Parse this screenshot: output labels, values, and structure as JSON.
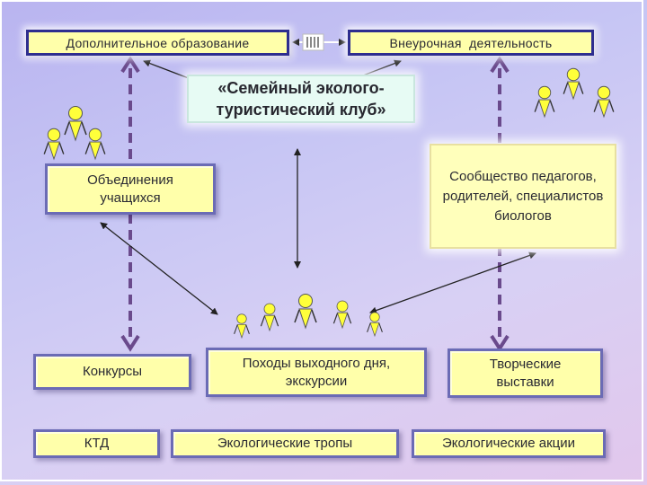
{
  "boxes": {
    "dop_obrazovanie": "Дополнительное образование",
    "vneurochnaya": "Внеурочная  деятельность",
    "club": "«Семейный эколого-туристический клуб»",
    "obedineniya": "Объединения учащихся",
    "soobshchestvo": "Сообщество педагогов, родителей, специалистов биологов",
    "konkursy": "Конкурсы",
    "pohody": "Походы выходного дня, экскурсии",
    "vystavki": "Творческие выставки",
    "ktd": "КТД",
    "tropy": "Экологические тропы",
    "akcii": "Экологические акции"
  },
  "colors": {
    "box_fill": "#ffffaa",
    "box_border": "#6b6bb5",
    "top_border": "#2e2e8f",
    "club_fill": "#e7fbf4",
    "dashed_arrow": "#6a4a8c",
    "figure_fill": "#ffff3a"
  },
  "icons": [
    "person-figure-icon",
    "double-arrow-icon",
    "dashed-vertical-arrow-icon"
  ]
}
